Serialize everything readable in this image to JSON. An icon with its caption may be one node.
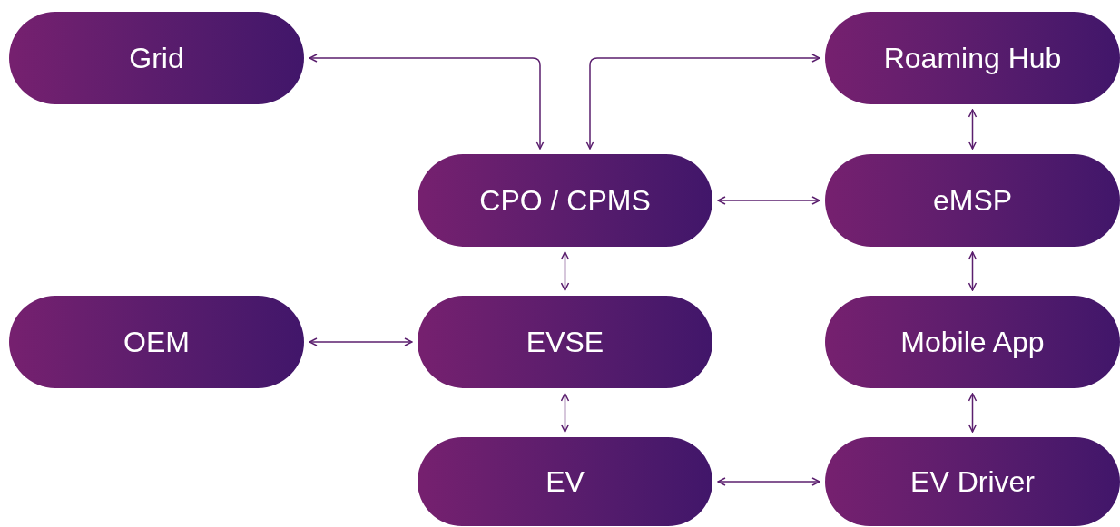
{
  "diagram": {
    "nodes": [
      {
        "text": [
          "Grid"
        ]
      },
      {
        "text": [
          "Roaming Hub"
        ]
      },
      {
        "text": [
          "CPO / CPMS"
        ]
      },
      {
        "text": [
          "eMSP"
        ]
      },
      {
        "text": [
          "OEM"
        ]
      },
      {
        "text": [
          "EVSE"
        ]
      },
      {
        "text": [
          "Mobile App"
        ]
      },
      {
        "text": [
          "EV"
        ]
      },
      {
        "text": [
          "EV Driver"
        ]
      }
    ],
    "edges": [
      {
        "from": 0,
        "to": 2,
        "arrow": "both"
      },
      {
        "from": 2,
        "to": 1,
        "arrow": "both"
      },
      {
        "from": 1,
        "to": 3,
        "arrow": "both"
      },
      {
        "from": 2,
        "to": 3,
        "arrow": "both"
      },
      {
        "from": 2,
        "to": 5,
        "arrow": "both"
      },
      {
        "from": 3,
        "to": 6,
        "arrow": "both"
      },
      {
        "from": 4,
        "to": 5,
        "arrow": "both"
      },
      {
        "from": 5,
        "to": 7,
        "arrow": "both"
      },
      {
        "from": 6,
        "to": 8,
        "arrow": "both"
      },
      {
        "from": 7,
        "to": 8,
        "arrow": "both"
      }
    ]
  }
}
